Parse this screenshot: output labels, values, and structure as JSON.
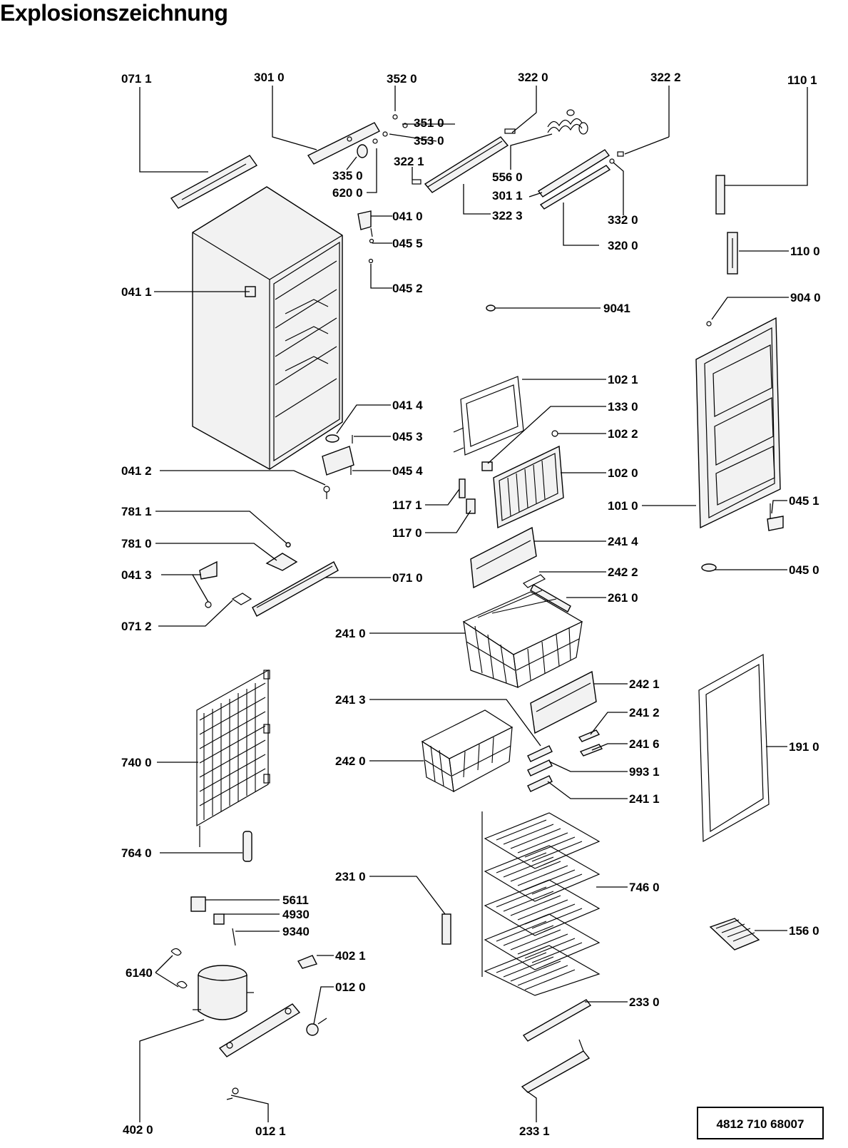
{
  "title": "Explosionszeichnung",
  "document_number": "4812  710  68007",
  "part_labels": [
    "071 1",
    "301 0",
    "352 0",
    "351 0",
    "353 0",
    "322 0",
    "322 2",
    "110 1",
    "335 0",
    "620 0",
    "322 1",
    "556 0",
    "301 1",
    "322 3",
    "332 0",
    "320 0",
    "041 0",
    "045 5",
    "045 2",
    "110 0",
    "041 1",
    "9041",
    "904 0",
    "102 1",
    "133 0",
    "102 2",
    "102 0",
    "041 4",
    "045 3",
    "045 4",
    "041 2",
    "117 1",
    "117 0",
    "101 0",
    "045 1",
    "781 1",
    "781 0",
    "041 3",
    "071 0",
    "071 2",
    "241 4",
    "242 2",
    "045 0",
    "261 0",
    "241 0",
    "242 1",
    "241 3",
    "241 2",
    "241 6",
    "242 0",
    "993 1",
    "191 0",
    "241 1",
    "740 0",
    "764 0",
    "231 0",
    "746 0",
    "5611",
    "4930",
    "9340",
    "402 1",
    "156 0",
    "6140",
    "012 0",
    "233 0",
    "402 0",
    "012 1",
    "233 1"
  ]
}
